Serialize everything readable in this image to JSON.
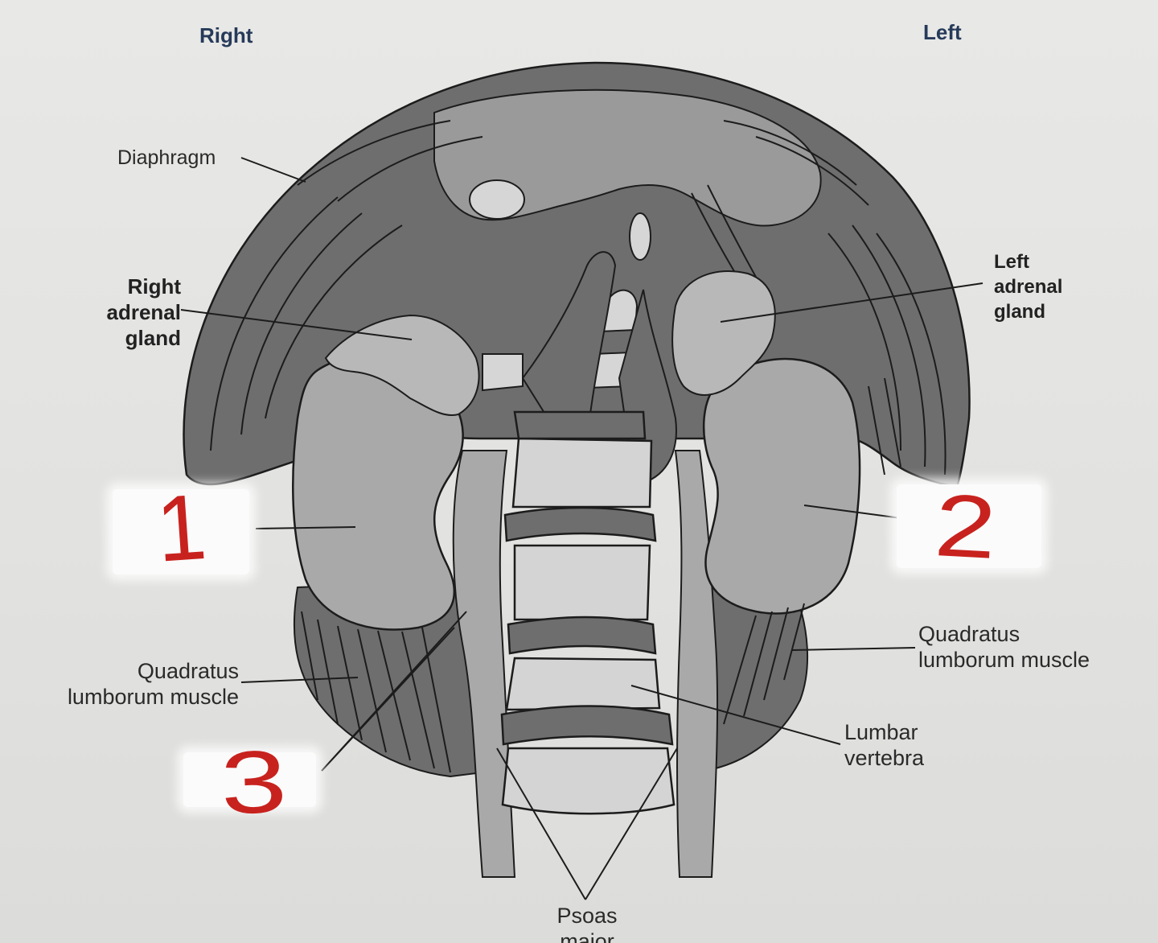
{
  "labels": {
    "right_side": "Right",
    "left_side": "Left",
    "diaphragm": "Diaphragm",
    "right_adrenal": "Right\nadrenal\ngland",
    "left_adrenal": "Left\nadrenal\ngland",
    "quadratus_left_side": "Quadratus\nlumborum muscle",
    "quadratus_right_side": "Quadratus\nlumborum muscle",
    "lumbar_vertebra": "Lumbar\nvertebra",
    "psoas_major": "Psoas\nmajor"
  },
  "handwritten_marks": {
    "mark_1": "1",
    "mark_2": "2",
    "mark_3": "3"
  },
  "colors": {
    "diaphragm_fill": "#6e6e6e",
    "organ_fill": "#a9a9a9",
    "vertebra_fill": "#d4d4d4",
    "outline": "#1c1c1c",
    "handwriting": "#c8221e"
  }
}
